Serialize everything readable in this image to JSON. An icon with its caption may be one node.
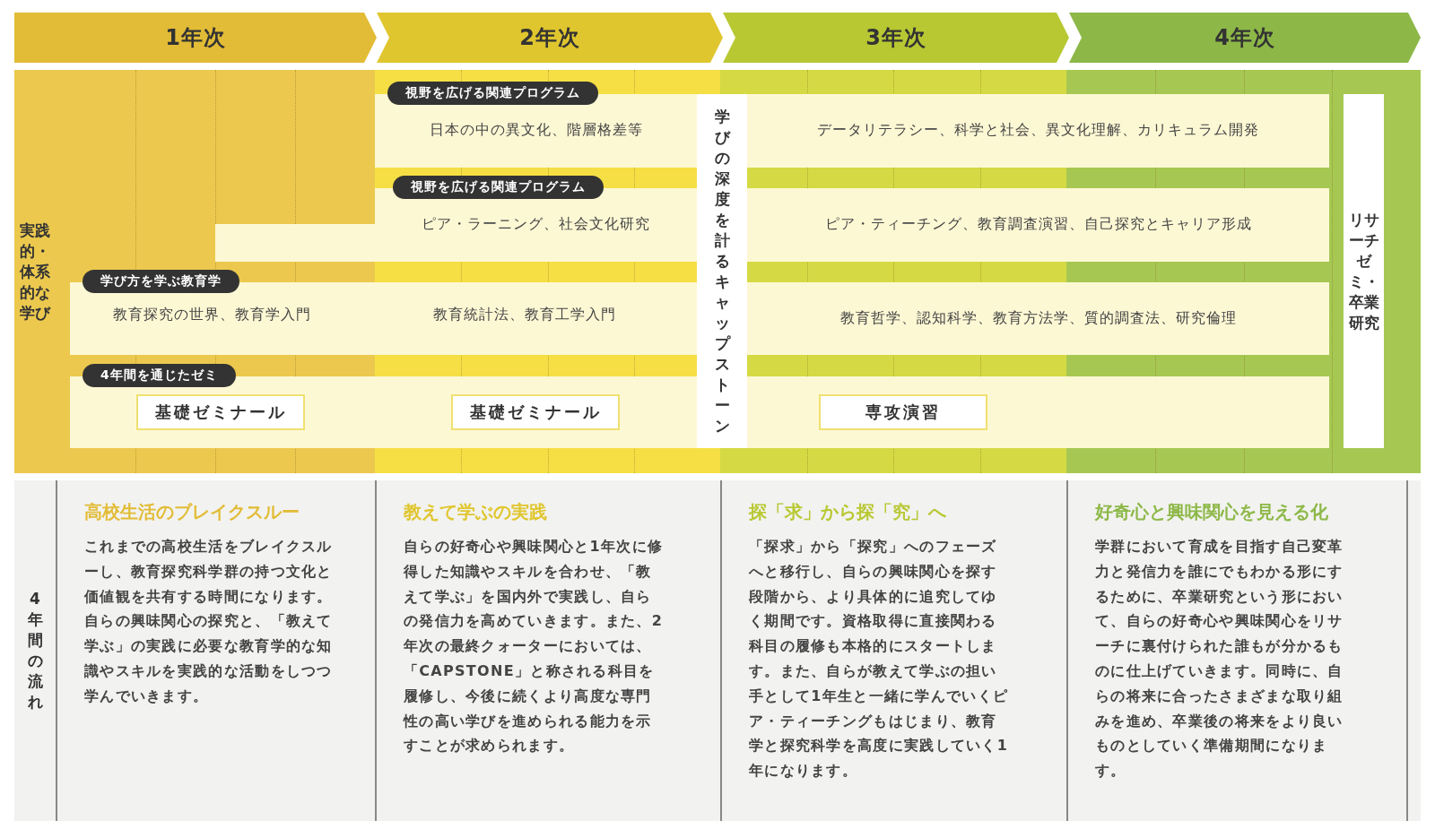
{
  "diagram": {
    "nodes": [
      {
        "text": [
          "1年次"
        ]
      },
      {
        "text": [
          "2年次"
        ]
      },
      {
        "text": [
          "3年次"
        ]
      },
      {
        "text": [
          "4年次"
        ]
      },
      {
        "text": [
          "実践的・体系的な学び"
        ]
      },
      {
        "text": [
          "視野を広げる関連プログラム"
        ]
      },
      {
        "text": [
          "日本の中の異文化、階層格差等"
        ]
      },
      {
        "text": [
          "視野を広げる関連プログラム"
        ]
      },
      {
        "text": [
          "ピア・ラーニング、社会文化研究"
        ]
      },
      {
        "text": [
          "学び方を学ぶ教育学"
        ]
      },
      {
        "text": [
          "教育探究の世界、教育学入門",
          "教育統計法、教育工学入門"
        ]
      },
      {
        "text": [
          "4年間を通じたゼミ"
        ]
      },
      {
        "text": [],
        "shape": "bar"
      },
      {
        "text": [
          "基礎ゼミナール"
        ],
        "in": 12
      },
      {
        "text": [
          "基礎ゼミナール"
        ],
        "in": 12
      },
      {
        "text": [
          "専攻演習"
        ],
        "in": 12
      },
      {
        "text": [
          "学びの深度を計るキャップストーン"
        ]
      },
      {
        "text": [
          "データリテラシー、科学と社会、異文化理解、カリキュラム開発"
        ]
      },
      {
        "text": [
          "ピア・ティーチング、教育調査演習、自己探究とキャリア形成"
        ]
      },
      {
        "text": [
          "教育哲学、認知科学、教育方法学、質的調査法、研究倫理"
        ]
      },
      {
        "text": [
          "リサーチゼミ・卒業研究"
        ]
      },
      {
        "text": [
          "4年間の流れ"
        ]
      },
      {
        "text": [
          "高校生活のブレイクスルー",
          "これまでの高校生活をブレイクスルーし、教育探究科学群の持つ文化と価値観を共有する時間になります。自らの興味関心の探究と、「教えて学ぶ」の実践に必要な教育学的な知識やスキルを実践的な活動をしつつ学んでいきます。"
        ]
      },
      {
        "text": [
          "教えて学ぶの実践",
          "自らの好奇心や興味関心と1年次に修得した知識やスキルを合わせ、「教えて学ぶ」を国内外で実践し、自らの発信力を高めていきます。また、2年次の最終クォーターにおいては、「CAPSTONE」と称される科目を履修し、今後に続くより高度な専門性の高い学びを進められる能力を示すことが求められます。"
        ]
      },
      {
        "text": [
          "探「求」から探「究」へ",
          "「探求」から「探究」へのフェーズへと移行し、自らの興味関心を探す段階から、より具体的に追究してゆく期間です。資格取得に直接関わる科目の履修も本格的にスタートします。また、自らが教えて学ぶの担い手として1年生と一緒に学んでいくピア・ティーチングもはじまり、教育学と探究科学を高度に実践していく1年になります。"
        ]
      },
      {
        "text": [
          "好奇心と興味関心を見える化",
          "学群において育成を目指す自己変革力と発信力を誰にでもわかる形にするために、卒業研究という形において、自らの好奇心や興味関心をリサーチに裏付けられた誰もが分かるものに仕上げていきます。同時に、自らの将来に合ったさまざまな取り組みを進め、卒業後の将来をより良いものとしていく準備期間になります。"
        ]
      }
    ]
  }
}
